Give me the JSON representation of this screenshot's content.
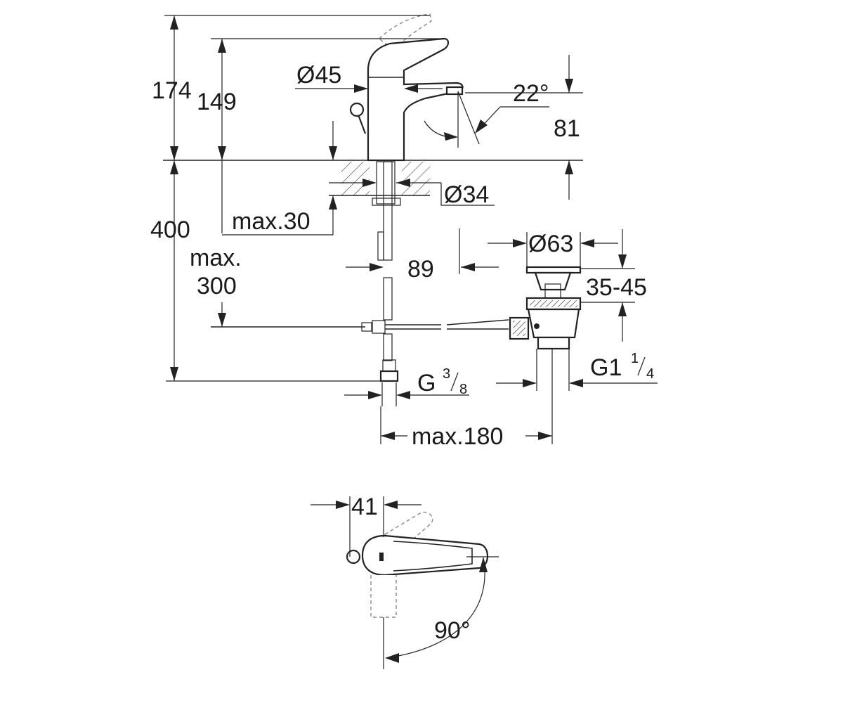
{
  "dimensions": {
    "d174": "174",
    "d149": "149",
    "d45": "Ø45",
    "d22": "22°",
    "d81": "81",
    "d34": "Ø34",
    "dmax30": "max.30",
    "d400": "400",
    "dmax300_a": "max.",
    "dmax300_b": "300",
    "d89": "89",
    "d63": "Ø63",
    "d3545": "35-45",
    "g38_main": "G",
    "g38_num": "3",
    "g38_den": "8",
    "g114_main": "G1",
    "g114_num": "1",
    "g114_den": "4",
    "dmax180": "max.180",
    "d41": "41",
    "d90": "90°"
  }
}
